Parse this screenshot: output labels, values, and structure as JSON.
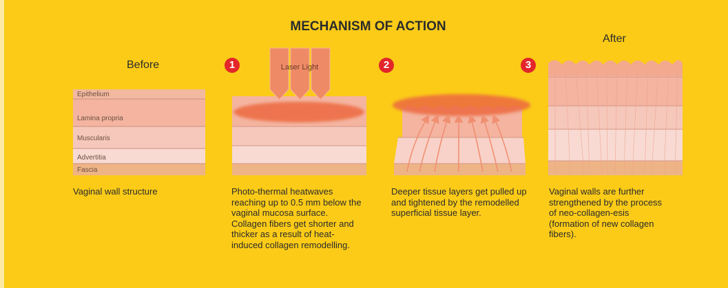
{
  "title": "MECHANISM OF ACTION",
  "before_label": "Before",
  "after_label": "After",
  "laser_label": "Laser Light",
  "layers": [
    "Epithelium",
    "Lamina propria",
    "Muscularis",
    "Advertitia",
    "Fascia"
  ],
  "steps": [
    {
      "number": "1",
      "caption": "Photo-thermal heatwaves reaching up to 0.5 mm below the vaginal mucosa surface. Collagen fibers get shorter and thicker as a result of heat-induced collagen remodelling."
    },
    {
      "number": "2",
      "caption": "Deeper tissue layers get pulled up and tightened by the remodelled superficial tissue layer."
    },
    {
      "number": "3",
      "caption": "Vaginal walls are further strengthened by the process of neo-collagen-esis (formation of new collagen fibers)."
    }
  ],
  "before_caption": "Vaginal wall structure",
  "colors": {
    "background": "#fbcb18",
    "badge": "#e3262a",
    "laser": "#ef8a66",
    "heat_zone": "#ec6a3f",
    "layer_epithelium": "#f2b9a0",
    "layer_lamina": "#f4b4a0",
    "layer_muscularis": "#f6c8bc",
    "layer_adventitia": "#f8dad3",
    "layer_fascia": "#eeb486"
  }
}
